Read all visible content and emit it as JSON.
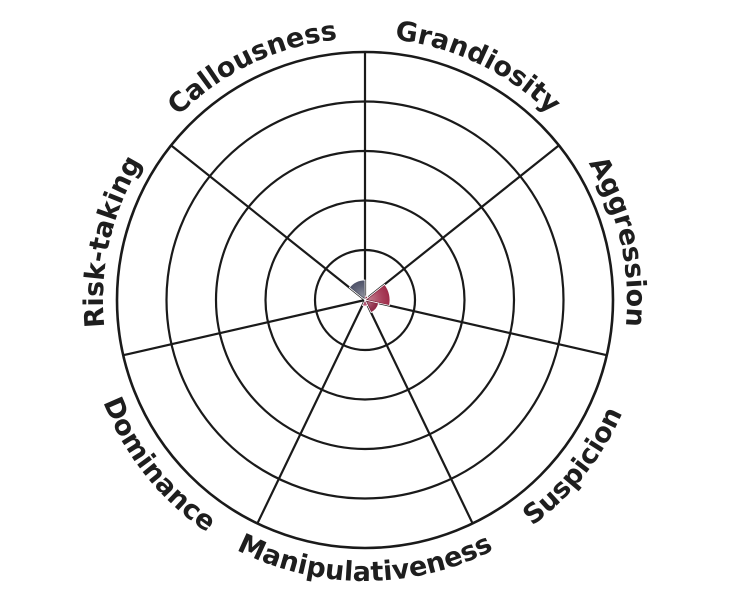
{
  "chart_data": {
    "type": "polar-area",
    "categories": [
      "Grandiosity",
      "Aggression",
      "Suspicion",
      "Manipulativeness",
      "Dominance",
      "Risk-taking",
      "Callousness"
    ],
    "values": [
      0.08,
      0.5,
      0.28,
      0.12,
      0.0,
      0.0,
      0.4
    ],
    "rlim": [
      0,
      5
    ],
    "rings": 5,
    "grid": true,
    "colors": {
      "Grandiosity": "#8c2440",
      "Aggression": "#9e2a48",
      "Suspicion": "#8a2240",
      "Manipulativeness": "#b44a6a",
      "Callousness": "#4e5268"
    }
  }
}
